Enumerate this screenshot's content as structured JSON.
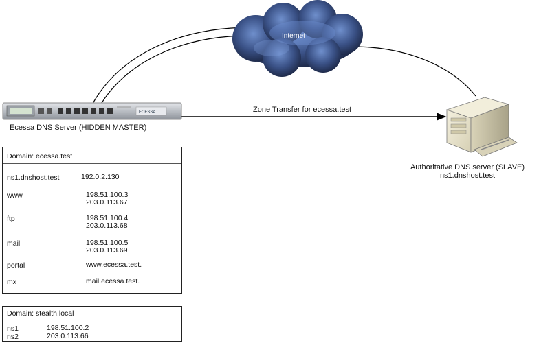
{
  "internet_label": "Internet",
  "master_label": "Ecessa DNS Server (HIDDEN MASTER)",
  "device_brand": "ECESSA",
  "transfer_label": "Zone Transfer for ecessa.test",
  "slave_label": {
    "line1": "Authoritative DNS server (SLAVE)",
    "line2": "ns1.dnshost.test"
  },
  "zone1": {
    "domain": "Domain: ecessa.test",
    "records": [
      {
        "name": "ns1.dnshost.test",
        "values": [
          "192.0.2.130"
        ]
      },
      {
        "name": "www",
        "values": [
          "198.51.100.3",
          "203.0.113.67"
        ]
      },
      {
        "name": "ftp",
        "values": [
          "198.51.100.4",
          "203.0.113.68"
        ]
      },
      {
        "name": "mail",
        "values": [
          "198.51.100.5",
          "203.0.113.69"
        ]
      },
      {
        "name": "portal",
        "values": [
          "www.ecessa.test."
        ]
      },
      {
        "name": "mx",
        "values": [
          "mail.ecessa.test."
        ]
      }
    ]
  },
  "zone2": {
    "domain": "Domain: stealth.local",
    "records": [
      {
        "name": "ns1",
        "values": [
          "198.51.100.2"
        ]
      },
      {
        "name": "ns2",
        "values": [
          "203.0.113.66"
        ]
      }
    ]
  },
  "colors": {
    "cloud_dark": "#1c2a44",
    "cloud_light": "#5b7bb5",
    "server_beige": "#ebe6cf",
    "rack_gray": "#b8bcc2"
  }
}
